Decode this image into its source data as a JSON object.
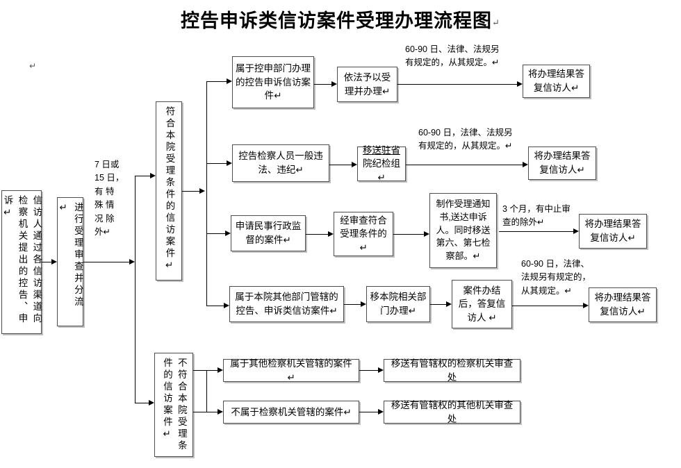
{
  "title": "控告申诉类信访案件受理办理流程图",
  "pilcrow": "↵",
  "stray_mark": "↵",
  "boxes": {
    "intake": "信访人通过各信访渠道向检察机关提出的控告、申诉↵",
    "review": "进行受理审查并分流↵",
    "eligible": "符合本院受理条件的信访案件↵",
    "not_eligible": "不符合本院受理条件的信访案件↵",
    "r1_case": "属于控申部门办理的控告申诉信访案件↵",
    "r1_action": "依法予以受理并办理↵",
    "r1_result": "将办理结果答复信访人↵",
    "r2_case": "控告检察人员一般违法、违纪↵",
    "r2_action_line1": "移送驻省",
    "r2_action_line2": "院纪检组↵",
    "r2_result": "将办理结果答复信访人↵",
    "r3_case": "申请民事行政监督的案件↵",
    "r3_check": "经审查符合受理条件的↵",
    "r3_action": "制作受理通知书,送达申诉人。同时移送第六、第七检察部。↵",
    "r3_result": "将办理结果答复信访人↵",
    "r4_case": "属于本院其他部门管辖的控告、申诉类信访案件↵",
    "r4_action": "移本院相关部门办理↵",
    "r4_after": "案件办结后，答复信访人 ↵",
    "r4_result": "将办理结果答复信访人↵",
    "r5_case": "属于其他检察机关管辖的案件↵",
    "r5_action": "移送有管辖权的检察机关审查处",
    "r6_case": "不属于检察机关管辖的案件↵",
    "r6_action": "移送有管辖权的其他机关审查处"
  },
  "labels": {
    "time_days": "7 日或\n15 日，\n有 特\n殊 情\n况 除\n外↵",
    "t_60_90_r1": "60-90 日、法律、法规另\n有规定的，从其规定。↵",
    "t_60_90_r2": "60-90 日，法律、法规另\n有规定的，从其规定。↵",
    "t_3_months": "3 个月，有中止审\n查的除外↵",
    "t_60_90_r4": "60-90 日，法律、\n法规另有规定的，\n从其规定。↵"
  },
  "colors": {
    "border": "#4c4c4c",
    "line": "#000000",
    "shadow": "rgba(140,140,140,0.55)",
    "background": "#ffffff"
  }
}
